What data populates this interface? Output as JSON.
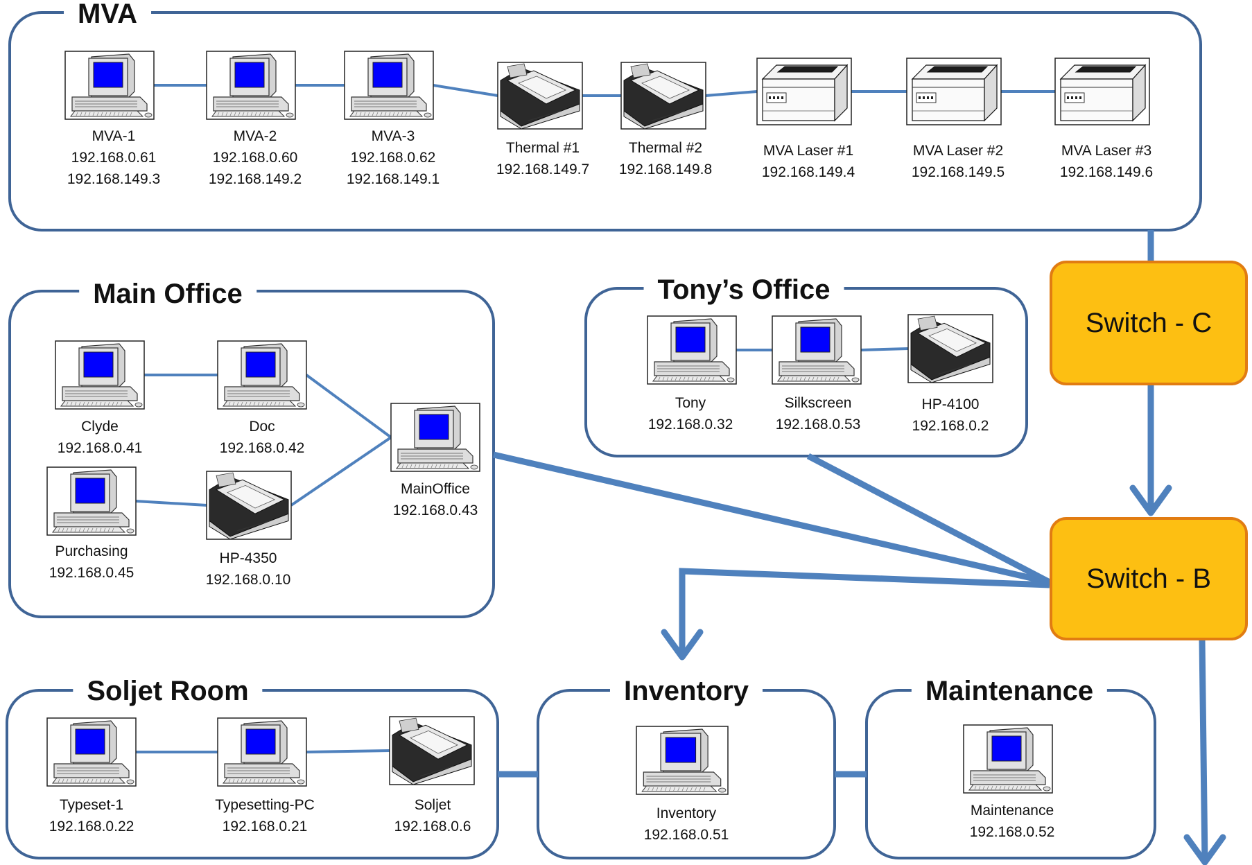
{
  "zones": [
    {
      "id": "mva",
      "title": "MVA"
    },
    {
      "id": "main_office",
      "title": "Main Office"
    },
    {
      "id": "tonys_office",
      "title": "Tony’s Office"
    },
    {
      "id": "soljet_room",
      "title": "Soljet Room"
    },
    {
      "id": "inventory",
      "title": "Inventory"
    },
    {
      "id": "maintenance",
      "title": "Maintenance"
    }
  ],
  "switches": [
    {
      "id": "switch_c",
      "label": "Switch - C"
    },
    {
      "id": "switch_b",
      "label": "Switch - B"
    }
  ],
  "devices": [
    {
      "id": "mva1",
      "type": "computer",
      "name": "MVA-1",
      "ips": [
        "192.168.0.61",
        "192.168.149.3"
      ]
    },
    {
      "id": "mva2",
      "type": "computer",
      "name": "MVA-2",
      "ips": [
        "192.168.0.60",
        "192.168.149.2"
      ]
    },
    {
      "id": "mva3",
      "type": "computer",
      "name": "MVA-3",
      "ips": [
        "192.168.0.62",
        "192.168.149.1"
      ]
    },
    {
      "id": "thermal1",
      "type": "thermal-printer",
      "name": "Thermal #1",
      "ips": [
        "192.168.149.7"
      ]
    },
    {
      "id": "thermal2",
      "type": "thermal-printer",
      "name": "Thermal #2",
      "ips": [
        "192.168.149.8"
      ]
    },
    {
      "id": "mvalaser1",
      "type": "laser-printer",
      "name": "MVA Laser #1",
      "ips": [
        "192.168.149.4"
      ]
    },
    {
      "id": "mvalaser2",
      "type": "laser-printer",
      "name": "MVA Laser #2",
      "ips": [
        "192.168.149.5"
      ]
    },
    {
      "id": "mvalaser3",
      "type": "laser-printer",
      "name": "MVA Laser #3",
      "ips": [
        "192.168.149.6"
      ]
    },
    {
      "id": "clyde",
      "type": "computer",
      "name": "Clyde",
      "ips": [
        "192.168.0.41"
      ]
    },
    {
      "id": "doc",
      "type": "computer",
      "name": "Doc",
      "ips": [
        "192.168.0.42"
      ]
    },
    {
      "id": "purchasing",
      "type": "computer",
      "name": "Purchasing",
      "ips": [
        "192.168.0.45"
      ]
    },
    {
      "id": "hp4350",
      "type": "thermal-printer",
      "name": "HP-4350",
      "ips": [
        "192.168.0.10"
      ]
    },
    {
      "id": "mainoffice",
      "type": "computer",
      "name": "MainOffice",
      "ips": [
        "192.168.0.43"
      ]
    },
    {
      "id": "tony",
      "type": "computer",
      "name": "Tony",
      "ips": [
        "192.168.0.32"
      ]
    },
    {
      "id": "silkscreen",
      "type": "computer",
      "name": "Silkscreen",
      "ips": [
        "192.168.0.53"
      ]
    },
    {
      "id": "hp4100",
      "type": "thermal-printer",
      "name": "HP-4100",
      "ips": [
        "192.168.0.2"
      ]
    },
    {
      "id": "typeset1",
      "type": "computer",
      "name": "Typeset-1",
      "ips": [
        "192.168.0.22"
      ]
    },
    {
      "id": "typesettingpc",
      "type": "computer",
      "name": "Typesetting-PC",
      "ips": [
        "192.168.0.21"
      ]
    },
    {
      "id": "soljet",
      "type": "thermal-printer",
      "name": "Soljet",
      "ips": [
        "192.168.0.6"
      ]
    },
    {
      "id": "inventory_pc",
      "type": "computer",
      "name": "Inventory",
      "ips": [
        "192.168.0.51"
      ]
    },
    {
      "id": "maintenance_pc",
      "type": "computer",
      "name": "Maintenance",
      "ips": [
        "192.168.0.52"
      ]
    }
  ],
  "links": [
    [
      "mva1",
      "mva2"
    ],
    [
      "mva2",
      "mva3"
    ],
    [
      "mva3",
      "thermal1"
    ],
    [
      "thermal1",
      "thermal2"
    ],
    [
      "thermal2",
      "mvalaser1"
    ],
    [
      "mvalaser1",
      "mvalaser2"
    ],
    [
      "mvalaser2",
      "mvalaser3"
    ],
    [
      "clyde",
      "doc"
    ],
    [
      "doc",
      "mainoffice"
    ],
    [
      "purchasing",
      "hp4350"
    ],
    [
      "hp4350",
      "mainoffice"
    ],
    [
      "tony",
      "silkscreen"
    ],
    [
      "silkscreen",
      "hp4100"
    ],
    [
      "typeset1",
      "typesettingpc"
    ],
    [
      "typesettingpc",
      "soljet"
    ]
  ],
  "colors": {
    "zone_border": "#3f6496",
    "link": "#4f81bd",
    "switch_fill": "#fdbf12",
    "switch_border": "#e17c12",
    "screen": "#0000ff"
  }
}
